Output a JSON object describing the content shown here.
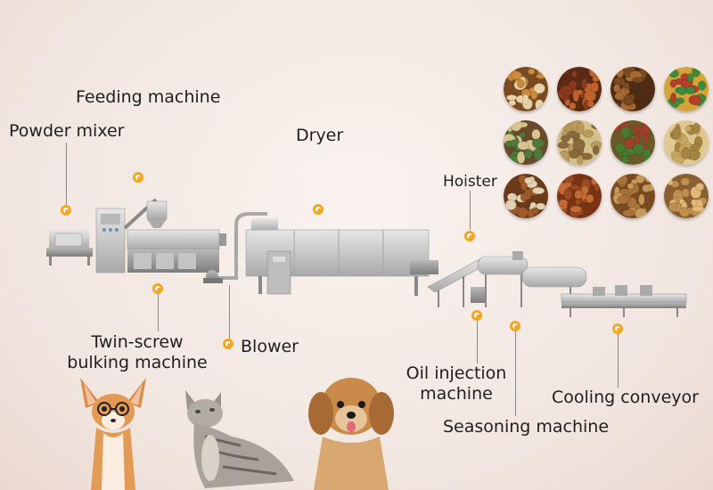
{
  "labels": {
    "feeding_machine": "Feeding machine",
    "powder_mixer": "Powder mixer",
    "dryer": "Dryer",
    "hoister": "Hoister",
    "twin_screw_line1": "Twin-screw",
    "twin_screw_line2": "bulking machine",
    "blower": "Blower",
    "oil_injection_line1": "Oil injection",
    "oil_injection_line2": "machine",
    "seasoning_machine": "Seasoning machine",
    "cooling_conveyor": "Cooling conveyor"
  },
  "colors": {
    "marker": "#f4a623",
    "machine_steel": "#c9c9c9",
    "text": "#1f1f1f"
  },
  "food_samples": [
    {
      "icon": "mixed-kibble-icon",
      "colors": [
        "#c98a3c",
        "#e8d3a8",
        "#7a4a20"
      ]
    },
    {
      "icon": "red-brown-kibble-icon",
      "colors": [
        "#8a3a1e",
        "#c0622e",
        "#5a2a12"
      ]
    },
    {
      "icon": "brown-kibble-icon",
      "colors": [
        "#7a4a22",
        "#a86a34",
        "#4e2c14"
      ]
    },
    {
      "icon": "colorful-kibble-icon",
      "colors": [
        "#3f8a3a",
        "#b5402a",
        "#d4a43a"
      ]
    },
    {
      "icon": "green-tan-kibble-icon",
      "colors": [
        "#4d7a3a",
        "#d8c48e",
        "#6a4a2a"
      ]
    },
    {
      "icon": "tan-kibble-icon",
      "colors": [
        "#b89a5a",
        "#8a6a3a",
        "#d6c08a"
      ]
    },
    {
      "icon": "green-red-kibble-icon",
      "colors": [
        "#4a7a30",
        "#a0402a",
        "#6a5a2a"
      ]
    },
    {
      "icon": "light-kibble-icon",
      "colors": [
        "#c8a860",
        "#a48440",
        "#e0c890"
      ]
    },
    {
      "icon": "assorted-kibble-icon",
      "colors": [
        "#a05a2a",
        "#e2d2b0",
        "#6a3a1a"
      ]
    },
    {
      "icon": "ring-kibble-icon",
      "colors": [
        "#9a4a22",
        "#c46a34",
        "#7a3414"
      ]
    },
    {
      "icon": "round-kibble-icon",
      "colors": [
        "#a8723a",
        "#c89a5a",
        "#7a4a20"
      ]
    },
    {
      "icon": "cube-kibble-icon",
      "colors": [
        "#c09050",
        "#e0b878",
        "#8a6030"
      ]
    }
  ]
}
